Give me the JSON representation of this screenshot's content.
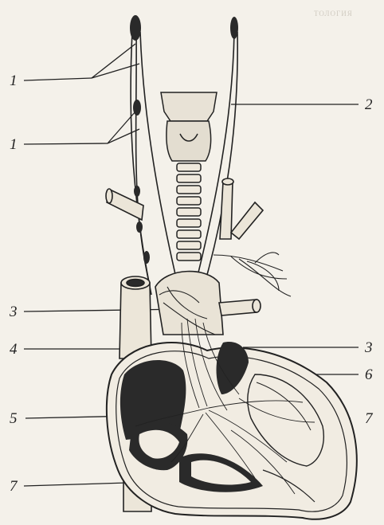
{
  "header_fragment": "ТОЛОГИЯ",
  "labels": {
    "l1a": "1",
    "l1b": "1",
    "l2": "2",
    "l3a": "3",
    "l3b": "3",
    "l4": "4",
    "l5": "5",
    "l6": "6",
    "l7a": "7",
    "l7b": "7"
  },
  "colors": {
    "paper": "#f4f1ea",
    "ink": "#222222",
    "dark_fill": "#2a2a2a",
    "mid_fill": "#9a9690"
  }
}
